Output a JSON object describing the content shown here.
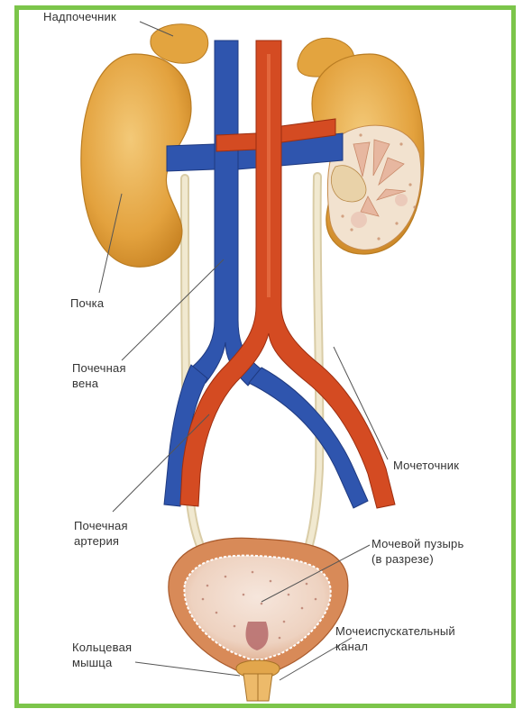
{
  "colors": {
    "frame": "#7cc54a",
    "kidney": "#e5aa45",
    "vein": "#2c4fa8",
    "artery": "#cf4a24",
    "ureter": "#ece2c4",
    "bladder": "#d98a5a"
  },
  "labels": {
    "adrenal": "Надпочечник",
    "kidney": "Почка",
    "renal_vein_1": "Почечная",
    "renal_vein_2": "вена",
    "ureter": "Мочеточник",
    "renal_artery_1": "Почечная",
    "renal_artery_2": "артерия",
    "bladder_1": "Мочевой пузырь",
    "bladder_2": "(в разрезе)",
    "urethra_1": "Мочеиспускательный",
    "urethra_2": "канал",
    "sphincter_1": "Кольцевая",
    "sphincter_2": "мышца"
  }
}
